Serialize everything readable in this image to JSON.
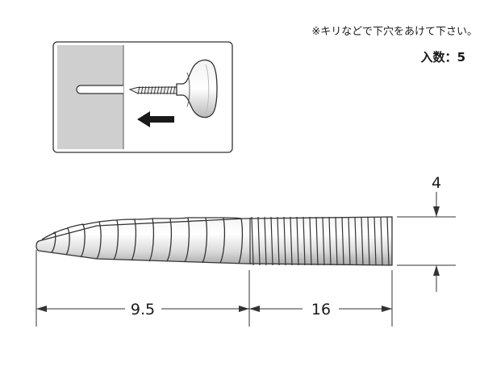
{
  "note": "※キリなどで下穴をあけて下さい。",
  "quantity": {
    "label": "入数",
    "separator": "：",
    "value": "5"
  },
  "dimensions": {
    "thread_length": "9.5",
    "shank_length": "16",
    "diameter": "4"
  }
}
